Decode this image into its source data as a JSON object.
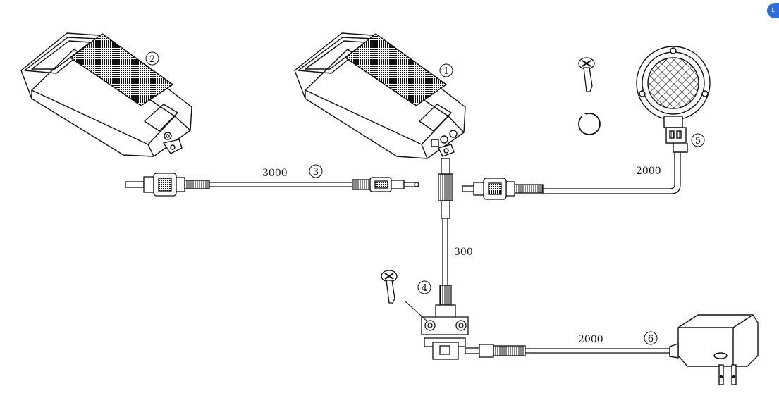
{
  "callouts": {
    "c1": "1",
    "c2": "2",
    "c3": "3",
    "c4": "4",
    "c5": "5",
    "c6": "6"
  },
  "lengths": {
    "cable_3": "3000",
    "cable_4": "300",
    "cable_5": "2000",
    "cable_6": "2000"
  },
  "badge": {
    "text": "L"
  }
}
